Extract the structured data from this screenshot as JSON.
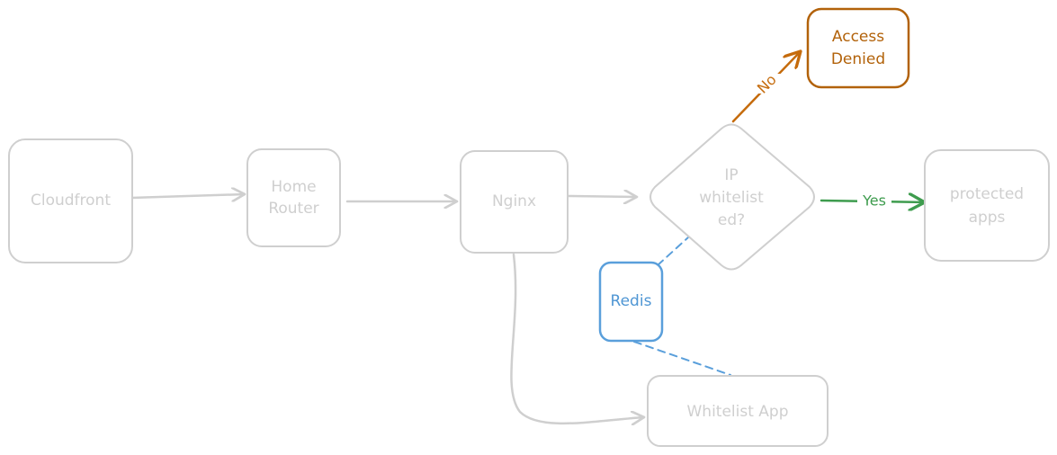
{
  "nodes": {
    "cloudfront": {
      "lines": [
        "Cloudfront"
      ]
    },
    "home_router": {
      "lines": [
        "Home",
        "Router"
      ]
    },
    "nginx": {
      "lines": [
        "Nginx"
      ]
    },
    "decision": {
      "lines": [
        "IP",
        "whitelist",
        "ed?"
      ]
    },
    "access_denied": {
      "lines": [
        "Access",
        "Denied"
      ]
    },
    "protected_apps": {
      "lines": [
        "protected",
        "apps"
      ]
    },
    "redis": {
      "lines": [
        "Redis"
      ]
    },
    "whitelist_app": {
      "lines": [
        "Whitelist App"
      ]
    }
  },
  "edges": {
    "no_label": "No",
    "yes_label": "Yes"
  },
  "colors": {
    "muted": "#cfcfcf",
    "denied": "#b2620a",
    "yes": "#3e9c4e",
    "redis": "#5a9fdb"
  }
}
